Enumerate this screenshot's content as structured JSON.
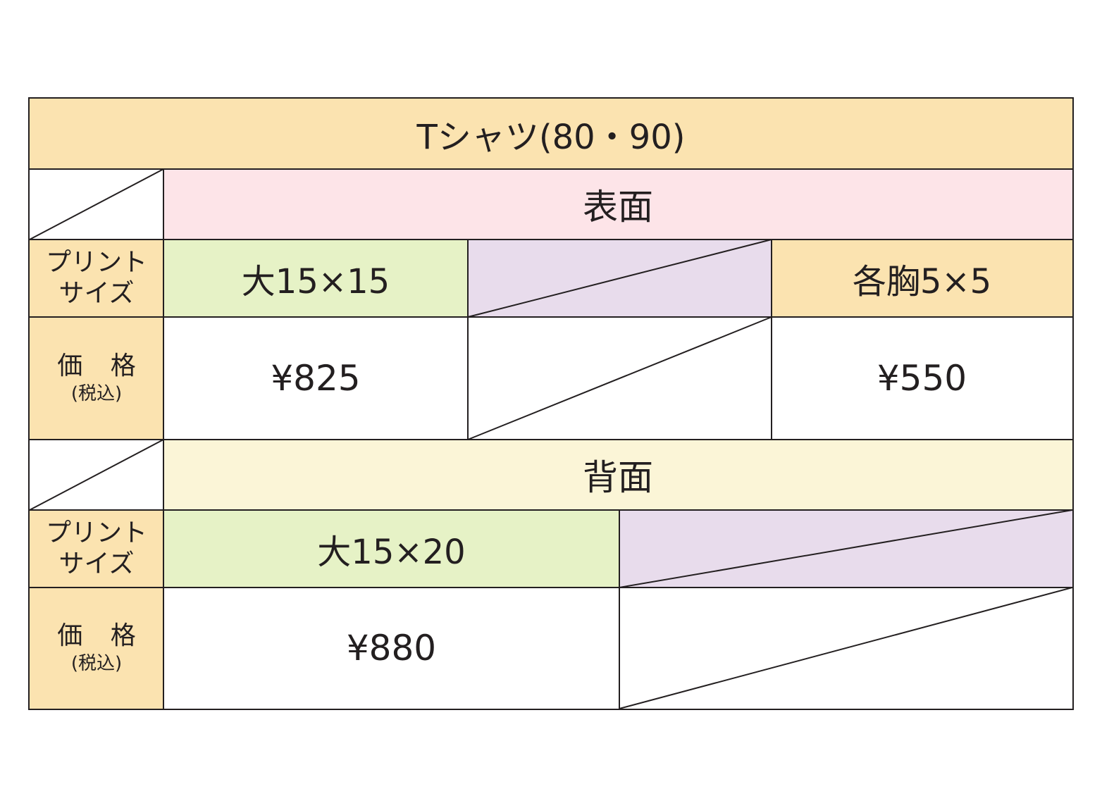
{
  "title": "Tシャツ(80・90)",
  "front": {
    "heading": "表面",
    "size_label": [
      "プリント",
      "サイズ"
    ],
    "price_label": [
      "価 格",
      "(税込)"
    ],
    "sizes": [
      "大15×15",
      "",
      "各胸5×5"
    ],
    "prices": [
      "¥825",
      "",
      "¥550"
    ]
  },
  "back": {
    "heading": "背面",
    "size_label": [
      "プリント",
      "サイズ"
    ],
    "price_label": [
      "価 格",
      "(税込)"
    ],
    "sizes": [
      "大15×20",
      ""
    ],
    "prices": [
      "¥880",
      ""
    ]
  },
  "colors": {
    "title_bg": "#fbe3b0",
    "front_bg": "#fde4e8",
    "back_bg": "#fbf5d7",
    "label_bg": "#fbe3b0",
    "green_bg": "#e6f2c6",
    "lavender_bg": "#e8dcec",
    "line": "#231f20"
  }
}
